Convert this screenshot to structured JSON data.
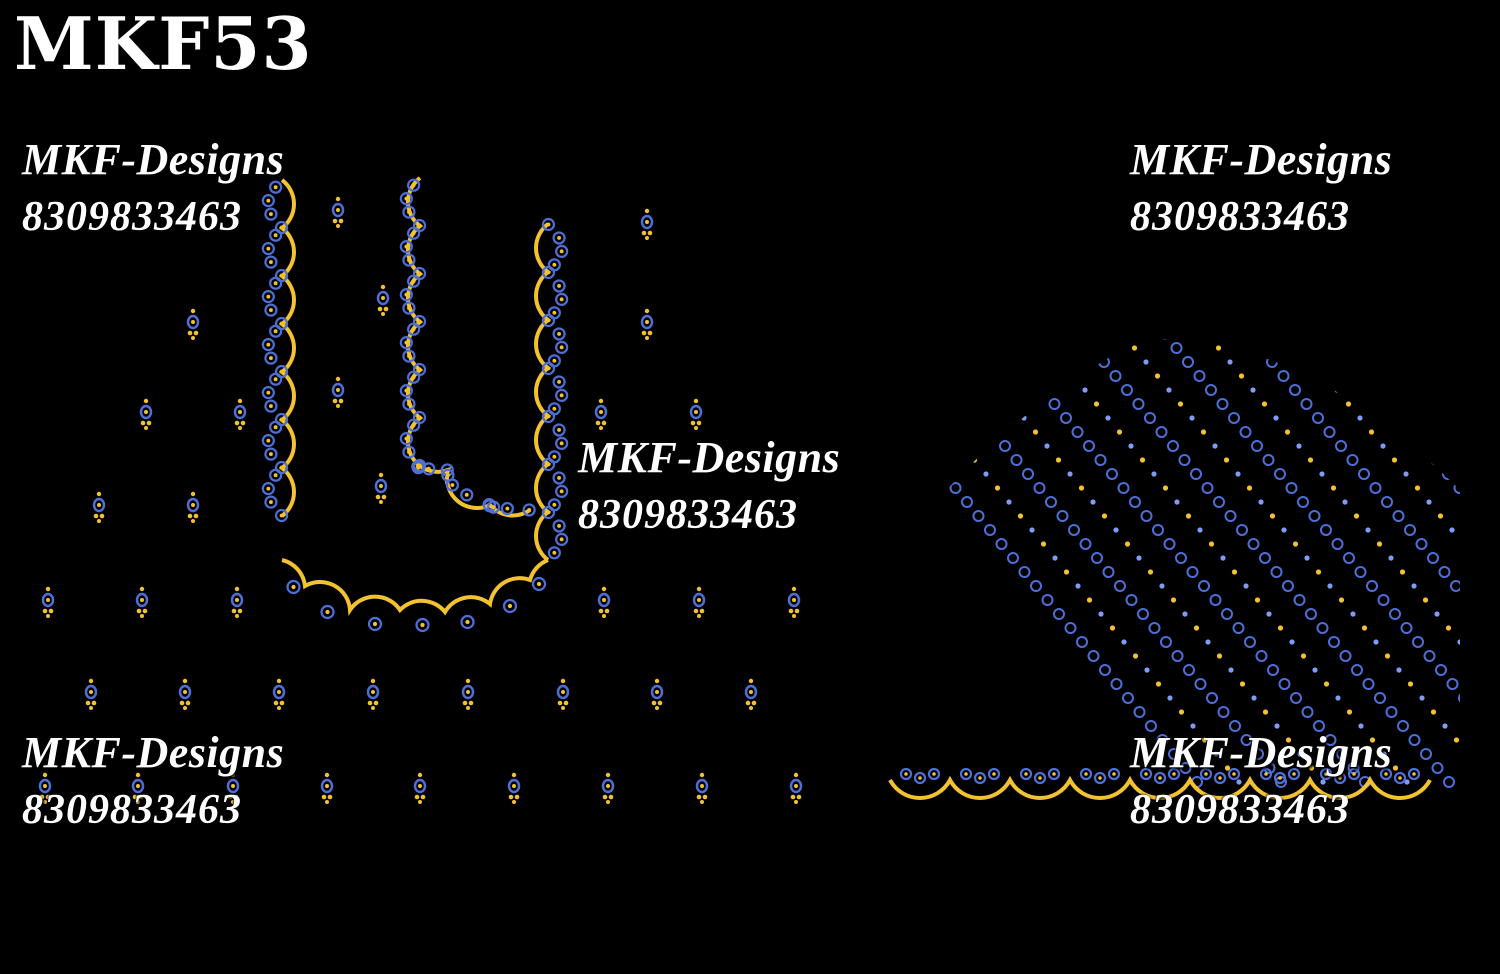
{
  "design": {
    "code": "MKF53"
  },
  "watermarks": [
    {
      "brand": "MKF-Designs",
      "phone": "8309833463"
    },
    {
      "brand": "MKF-Designs",
      "phone": "8309833463"
    },
    {
      "brand": "MKF-Designs",
      "phone": "8309833463"
    },
    {
      "brand": "MKF-Designs",
      "phone": "8309833463"
    },
    {
      "brand": "MKF-Designs",
      "phone": "8309833463"
    }
  ],
  "colors": {
    "background": "#000000",
    "gold": "#f2c230",
    "blue": "#4f6fd8",
    "blue_light": "#7f9cf5",
    "text": "#ffffff"
  },
  "icons": {
    "motif": "bead-drop-motif",
    "neckline": "scalloped-neckline",
    "sleeve": "diagonal-stripe-sleeve"
  }
}
